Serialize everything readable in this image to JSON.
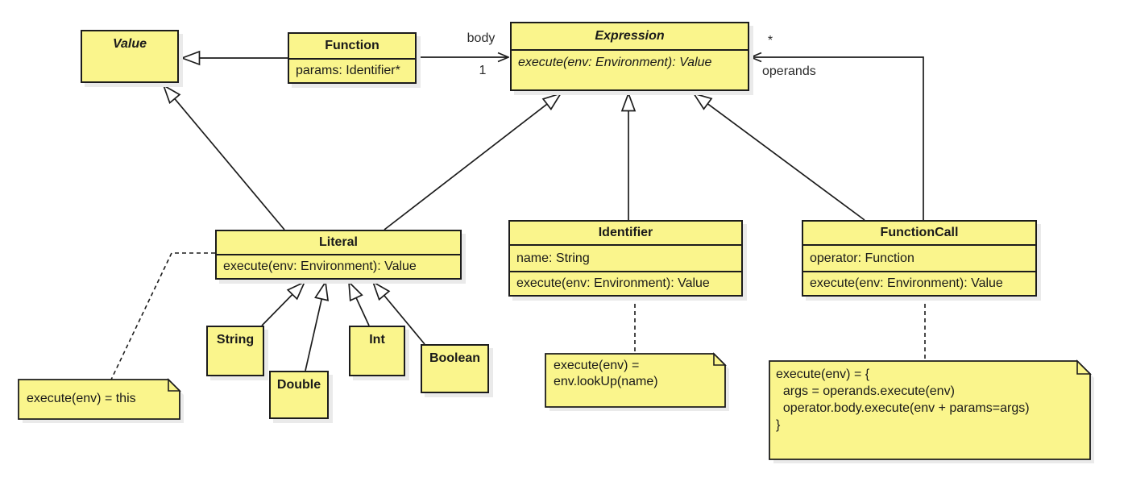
{
  "diagram_type": "uml-class-diagram",
  "colors": {
    "class_fill": "#faf58c",
    "border": "#1c1c1c",
    "shadow": "#eaeaea",
    "background": "#ffffff"
  },
  "classes": {
    "value": {
      "name": "Value",
      "abstract": true
    },
    "function": {
      "name": "Function",
      "attributes": [
        "params: Identifier*"
      ]
    },
    "expression": {
      "name": "Expression",
      "abstract": true,
      "methods": [
        "execute(env: Environment): Value"
      ]
    },
    "literal": {
      "name": "Literal",
      "methods": [
        "execute(env: Environment): Value"
      ]
    },
    "identifier": {
      "name": "Identifier",
      "attributes": [
        "name: String"
      ],
      "methods": [
        "execute(env: Environment): Value"
      ]
    },
    "functionCall": {
      "name": "FunctionCall",
      "attributes": [
        "operator: Function"
      ],
      "methods": [
        "execute(env: Environment): Value"
      ]
    },
    "string": {
      "name": "String"
    },
    "double": {
      "name": "Double"
    },
    "int": {
      "name": "Int"
    },
    "boolean": {
      "name": "Boolean"
    }
  },
  "associations": {
    "body": {
      "label": "body",
      "multiplicity": "1"
    },
    "operands": {
      "label": "operands",
      "multiplicity": "*"
    }
  },
  "notes": {
    "literal": "execute(env) = this",
    "identifier": "execute(env) =\nenv.lookUp(name)",
    "functionCall": "execute(env) = {\n  args = operands.execute(env)\n  operator.body.execute(env + params=args)\n}"
  }
}
